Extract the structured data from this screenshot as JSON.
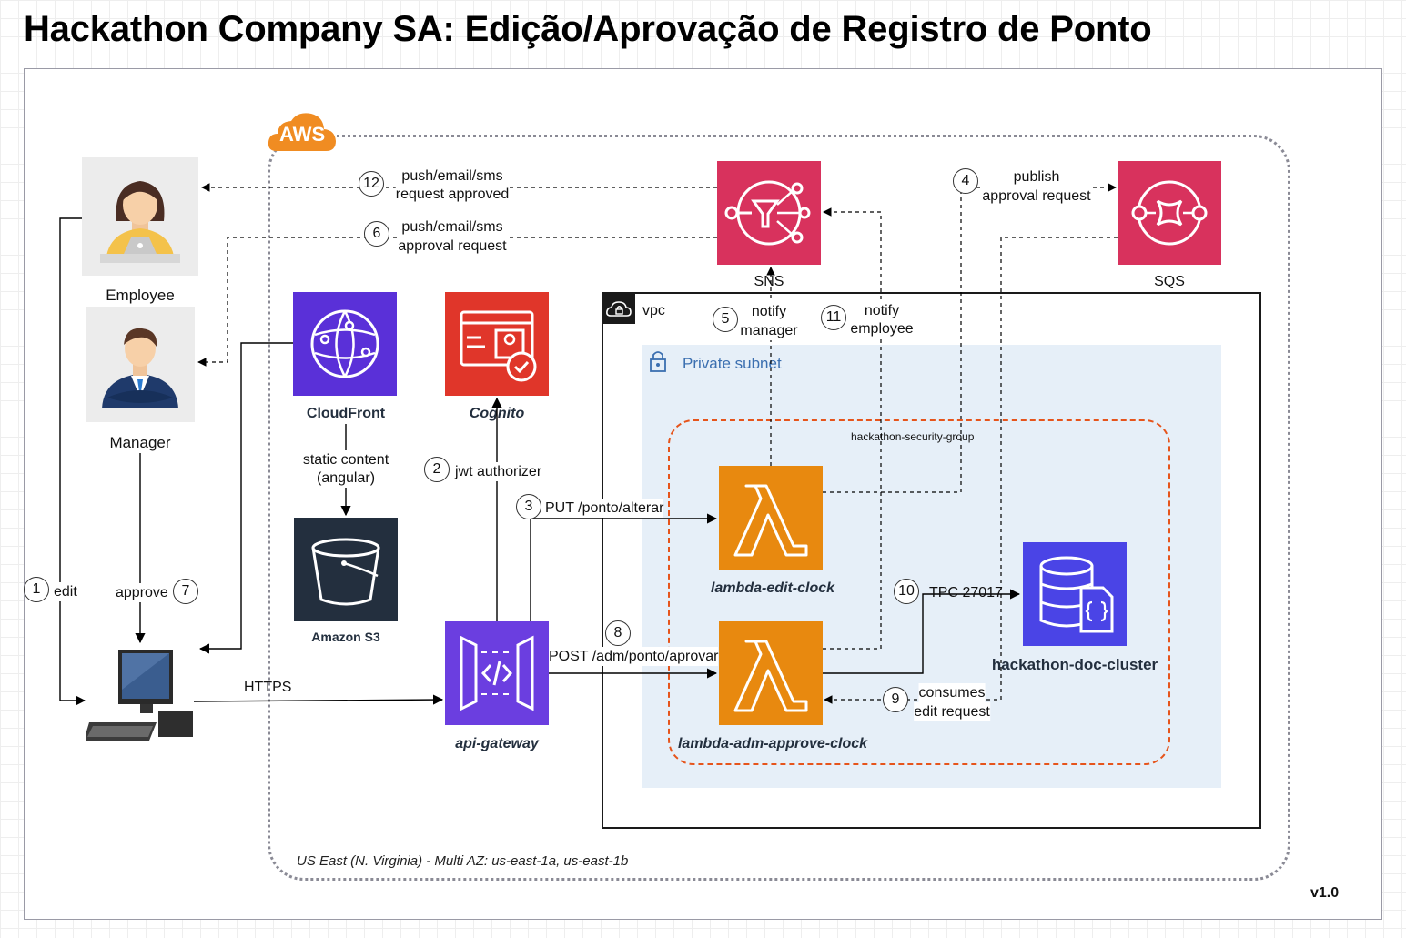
{
  "title": "Hackathon Company SA: Edição/Aprovação de Registro de Ponto",
  "version": "v1.0",
  "region_note": "US East (N. Virginia) - Multi AZ: us-east-1a, us-east-1b",
  "badges": {
    "aws": "AWS",
    "vpc": "vpc",
    "private_subnet": "Private subnet",
    "security_group": "hackathon-security-group"
  },
  "actors": {
    "employee": "Employee",
    "manager": "Manager"
  },
  "services": {
    "cloudfront": "CloudFront",
    "cognito": "Cognito",
    "s3": "Amazon S3",
    "api_gateway": "api-gateway",
    "sns": "SNS",
    "sqs": "SQS",
    "lambda_edit": "lambda-edit-clock",
    "lambda_approve": "lambda-adm-approve-clock",
    "docdb": "hackathon-doc-cluster"
  },
  "steps": [
    {
      "n": "1",
      "label": "edit"
    },
    {
      "n": "2",
      "label": "jwt authorizer"
    },
    {
      "n": "3",
      "label": "PUT /ponto/alterar"
    },
    {
      "n": "4",
      "label_line1": "publish",
      "label_line2": "approval request"
    },
    {
      "n": "5",
      "label_line1": "notify",
      "label_line2": "manager"
    },
    {
      "n": "6",
      "label_line1": "push/email/sms",
      "label_line2": "approval request"
    },
    {
      "n": "7",
      "label": "approve"
    },
    {
      "n": "8",
      "label": "POST /adm/ponto/aprovar"
    },
    {
      "n": "9",
      "label_line1": "consumes",
      "label_line2": "edit request"
    },
    {
      "n": "10",
      "label": "TPC 27017"
    },
    {
      "n": "11",
      "label_line1": "notify",
      "label_line2": "employee"
    },
    {
      "n": "12",
      "label_line1": "push/email/sms",
      "label_line2": "request approved"
    }
  ],
  "edge_labels": {
    "static_line1": "static content",
    "static_line2": "(angular)",
    "https": "HTTPS"
  },
  "colors": {
    "cloudfront": "#5a30d8",
    "cognito": "#e0362a",
    "s3": "#232f3e",
    "api_gateway": "#6b3ee0",
    "sns": "#d8325d",
    "sqs": "#d8325d",
    "lambda": "#e8890f",
    "docdb": "#4a44e6",
    "aws_badge": "#f08c22",
    "security_group": "#e6541b",
    "subnet_fill": "#e6eff8",
    "subnet_text": "#3b6fb0"
  }
}
